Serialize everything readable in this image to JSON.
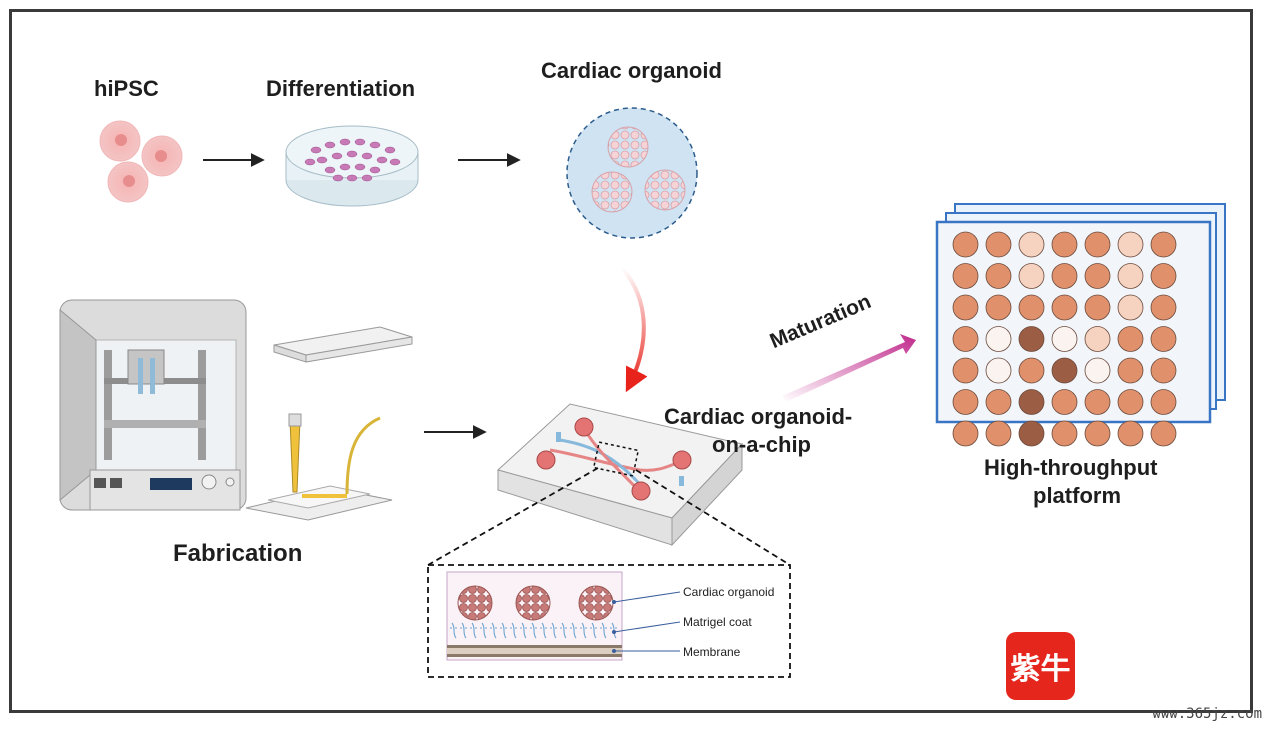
{
  "labels": {
    "hipsc": "hiPSC",
    "differentiation": "Differentiation",
    "cardiac_organoid": "Cardiac organoid",
    "fabrication": "Fabrication",
    "organoid_on_chip_line1": "Cardiac organoid-",
    "organoid_on_chip_line2": "on-a-chip",
    "maturation": "Maturation",
    "high_throughput_line1": "High-throughput",
    "high_throughput_line2": "platform"
  },
  "inset_legend": {
    "cardiac_organoid": "Cardiac organoid",
    "matrigel_coat": "Matrigel coat",
    "membrane": "Membrane"
  },
  "logo_text": "紫牛",
  "watermark": "www.365jz.com",
  "colors": {
    "frame": "#3a3a3a",
    "cell": "#f0a8a8",
    "organoid_circle_fill": "#cfe3f3",
    "red_arrow": "#e8231c",
    "maturation_arrow": "#c02a8c",
    "plate_border": "#3a74c4",
    "logo": "#e4261c"
  },
  "well_plate": {
    "rows": [
      [
        "#e0916c",
        "#e0916c",
        "#f6d3c0",
        "#e0916c",
        "#e0916c",
        "#f6d3c0",
        "#e0916c"
      ],
      [
        "#e0916c",
        "#e0916c",
        "#f6d3c0",
        "#e0916c",
        "#e0916c",
        "#f6d3c0",
        "#e0916c"
      ],
      [
        "#e0916c",
        "#e0916c",
        "#e0916c",
        "#e0916c",
        "#e0916c",
        "#f6d3c0",
        "#e0916c"
      ],
      [
        "#e0916c",
        "#fbf3ef",
        "#9c5d45",
        "#fbf3ef",
        "#f6d3c0",
        "#e0916c",
        "#e0916c"
      ],
      [
        "#e0916c",
        "#fbf3ef",
        "#e0916c",
        "#9c5d45",
        "#fbf3ef",
        "#e0916c",
        "#e0916c"
      ],
      [
        "#e0916c",
        "#e0916c",
        "#9c5d45",
        "#e0916c",
        "#e0916c",
        "#e0916c",
        "#e0916c"
      ],
      [
        "#e0916c",
        "#e0916c",
        "#9c5d45",
        "#e0916c",
        "#e0916c",
        "#e0916c",
        "#e0916c"
      ]
    ]
  }
}
